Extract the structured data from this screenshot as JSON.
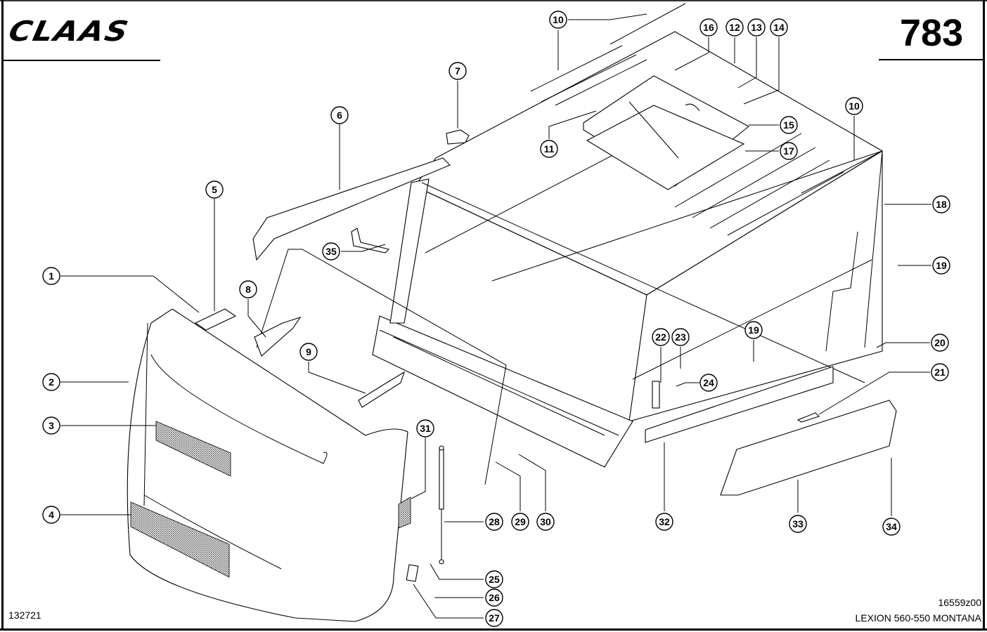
{
  "header": {
    "brand": "CLAAS",
    "page_number": "783"
  },
  "footer": {
    "image_number": "132721",
    "drawing_number": "16559z00",
    "model": "LEXION 560-550 MONTANA"
  },
  "callouts": [
    {
      "id": "1",
      "label": "1"
    },
    {
      "id": "2",
      "label": "2"
    },
    {
      "id": "3",
      "label": "3"
    },
    {
      "id": "4",
      "label": "4"
    },
    {
      "id": "5",
      "label": "5"
    },
    {
      "id": "6",
      "label": "6"
    },
    {
      "id": "7",
      "label": "7"
    },
    {
      "id": "8",
      "label": "8"
    },
    {
      "id": "9",
      "label": "9"
    },
    {
      "id": "10a",
      "label": "10"
    },
    {
      "id": "10b",
      "label": "10"
    },
    {
      "id": "11",
      "label": "11"
    },
    {
      "id": "12",
      "label": "12"
    },
    {
      "id": "13",
      "label": "13"
    },
    {
      "id": "14",
      "label": "14"
    },
    {
      "id": "15",
      "label": "15"
    },
    {
      "id": "16",
      "label": "16"
    },
    {
      "id": "17",
      "label": "17"
    },
    {
      "id": "18",
      "label": "18"
    },
    {
      "id": "19a",
      "label": "19"
    },
    {
      "id": "19b",
      "label": "19"
    },
    {
      "id": "20",
      "label": "20"
    },
    {
      "id": "21",
      "label": "21"
    },
    {
      "id": "22",
      "label": "22"
    },
    {
      "id": "23",
      "label": "23"
    },
    {
      "id": "24",
      "label": "24"
    },
    {
      "id": "25",
      "label": "25"
    },
    {
      "id": "26",
      "label": "26"
    },
    {
      "id": "27",
      "label": "27"
    },
    {
      "id": "28",
      "label": "28"
    },
    {
      "id": "29",
      "label": "29"
    },
    {
      "id": "30",
      "label": "30"
    },
    {
      "id": "31",
      "label": "31"
    },
    {
      "id": "32",
      "label": "32"
    },
    {
      "id": "33",
      "label": "33"
    },
    {
      "id": "34",
      "label": "34"
    },
    {
      "id": "35",
      "label": "35"
    }
  ]
}
